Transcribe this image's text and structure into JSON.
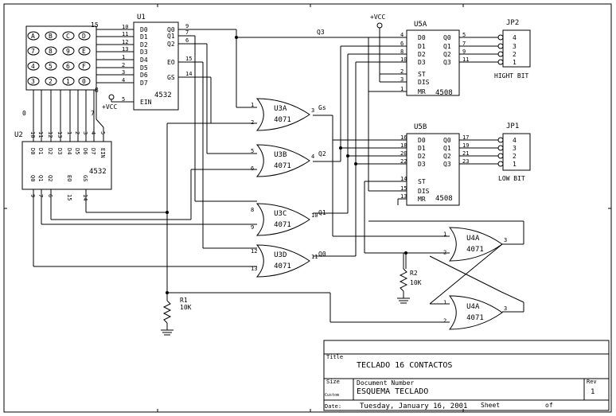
{
  "keypad": {
    "keys": [
      [
        "A",
        "B",
        "C",
        "D"
      ],
      [
        "7",
        "8",
        "9",
        "E"
      ],
      [
        "4",
        "5",
        "6",
        "F"
      ],
      [
        "3",
        "2",
        "1",
        "0"
      ]
    ],
    "pin_top": "15",
    "pin_bottom": "8",
    "pin_left": "0",
    "pin_seven": "7"
  },
  "u1": {
    "name": "U1",
    "part": "4532",
    "inputs": [
      "D0",
      "D1",
      "D2",
      "D3",
      "D4",
      "D5",
      "D6",
      "D7",
      "EIN"
    ],
    "outputs": [
      "Q0",
      "Q1",
      "Q2",
      "EO",
      "GS"
    ],
    "in_pins": [
      "10",
      "11",
      "12",
      "13",
      "1",
      "2",
      "3",
      "4",
      "5"
    ],
    "out_pins": [
      "9",
      "7",
      "6",
      "15",
      "14"
    ]
  },
  "vcc": {
    "left": "+VCC",
    "top": "+VCC"
  },
  "u2": {
    "name": "U2",
    "part": "4532",
    "top_labels": [
      "D0",
      "D1",
      "D2",
      "D3",
      "D4",
      "D5",
      "D6",
      "D7",
      "EIN"
    ],
    "top_pins": [
      "10",
      "11",
      "12",
      "13",
      "1",
      "2",
      "3",
      "4",
      "5"
    ],
    "bottom_labels": [
      "Q0",
      "Q1",
      "Q2",
      "EO",
      "GS"
    ],
    "bottom_pins": [
      "9",
      "7",
      "6",
      "15",
      "14"
    ]
  },
  "gates": [
    {
      "name": "U3A",
      "part": "4071",
      "in1": "1",
      "in2": "2",
      "out": "3",
      "net": "Gs"
    },
    {
      "name": "U3B",
      "part": "4071",
      "in1": "5",
      "in2": "6",
      "out": "4",
      "net": "Q2"
    },
    {
      "name": "U3C",
      "part": "4071",
      "in1": "8",
      "in2": "9",
      "out": "10",
      "net": "Q1"
    },
    {
      "name": "U3D",
      "part": "4071",
      "in1": "12",
      "in2": "13",
      "out": "11",
      "net": "Q0"
    }
  ],
  "latch": [
    {
      "name": "U4A",
      "part": "4071",
      "in1": "1",
      "in2": "2",
      "out": "3"
    },
    {
      "name": "U4A",
      "part": "4071",
      "in1": "1",
      "in2": "2",
      "out": "3"
    }
  ],
  "q3_label": "Q3",
  "u5a": {
    "name": "U5A",
    "part": "4508",
    "left": [
      "D0",
      "D1",
      "D2",
      "D3",
      "ST",
      "DIS",
      "MR"
    ],
    "left_pins": [
      "4",
      "6",
      "8",
      "10",
      "2",
      "3",
      "1"
    ],
    "right": [
      "Q0",
      "Q1",
      "Q2",
      "Q3"
    ],
    "right_pins": [
      "5",
      "7",
      "9",
      "11"
    ]
  },
  "u5b": {
    "name": "U5B",
    "part": "4508",
    "left": [
      "D0",
      "D1",
      "D2",
      "D3",
      "ST",
      "DIS",
      "MR"
    ],
    "left_pins": [
      "16",
      "18",
      "20",
      "22",
      "14",
      "15",
      "13"
    ],
    "right": [
      "Q0",
      "Q1",
      "Q2",
      "Q3"
    ],
    "right_pins": [
      "17",
      "19",
      "21",
      "23"
    ]
  },
  "jp2": {
    "name": "JP2",
    "pins": [
      "4",
      "3",
      "2",
      "1"
    ],
    "label": "HIGHT BIT"
  },
  "jp1": {
    "name": "JP1",
    "pins": [
      "4",
      "3",
      "2",
      "1"
    ],
    "label": "LOW BIT"
  },
  "r1": {
    "name": "R1",
    "value": "10K"
  },
  "r2": {
    "name": "R2",
    "value": "10K"
  },
  "title_block": {
    "title_label": "Title",
    "title": "TECLADO 16 CONTACTOS",
    "size_label": "Size",
    "size_value": "Custom",
    "docnum_label": "Document Number",
    "docnum": "ESQUEMA TECLADO",
    "rev_label": "Rev",
    "rev": "1",
    "date_label": "Date:",
    "date": "Tuesday, January 16, 2001",
    "sheet_label": "Sheet",
    "of_label": "of"
  }
}
